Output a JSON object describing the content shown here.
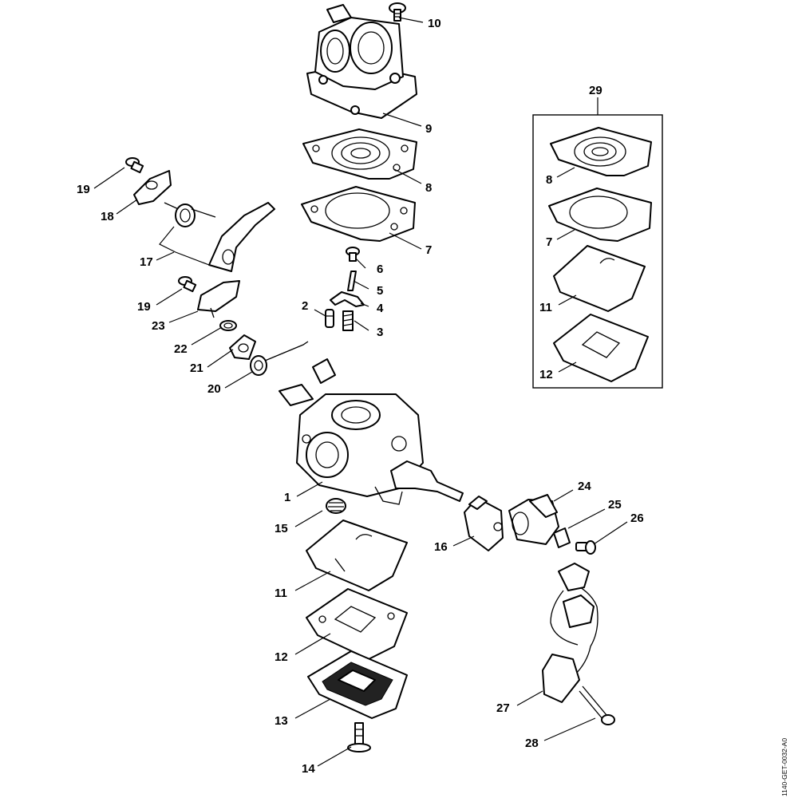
{
  "diagram": {
    "reference_code": "1140-GET-0032-A0",
    "callouts": {
      "c1": "1",
      "c2": "2",
      "c3": "3",
      "c4": "4",
      "c5": "5",
      "c6": "6",
      "c7": "7",
      "c8": "8",
      "c9": "9",
      "c10": "10",
      "c11": "11",
      "c12": "12",
      "c13": "13",
      "c14": "14",
      "c15": "15",
      "c16": "16",
      "c17": "17",
      "c18": "18",
      "c19a": "19",
      "c19b": "19",
      "c20": "20",
      "c21": "21",
      "c22": "22",
      "c23": "23",
      "c24": "24",
      "c25": "25",
      "c26": "26",
      "c27": "27",
      "c28": "28",
      "c29": "29",
      "kit7": "7",
      "kit8": "8",
      "kit11": "11",
      "kit12": "12"
    }
  }
}
